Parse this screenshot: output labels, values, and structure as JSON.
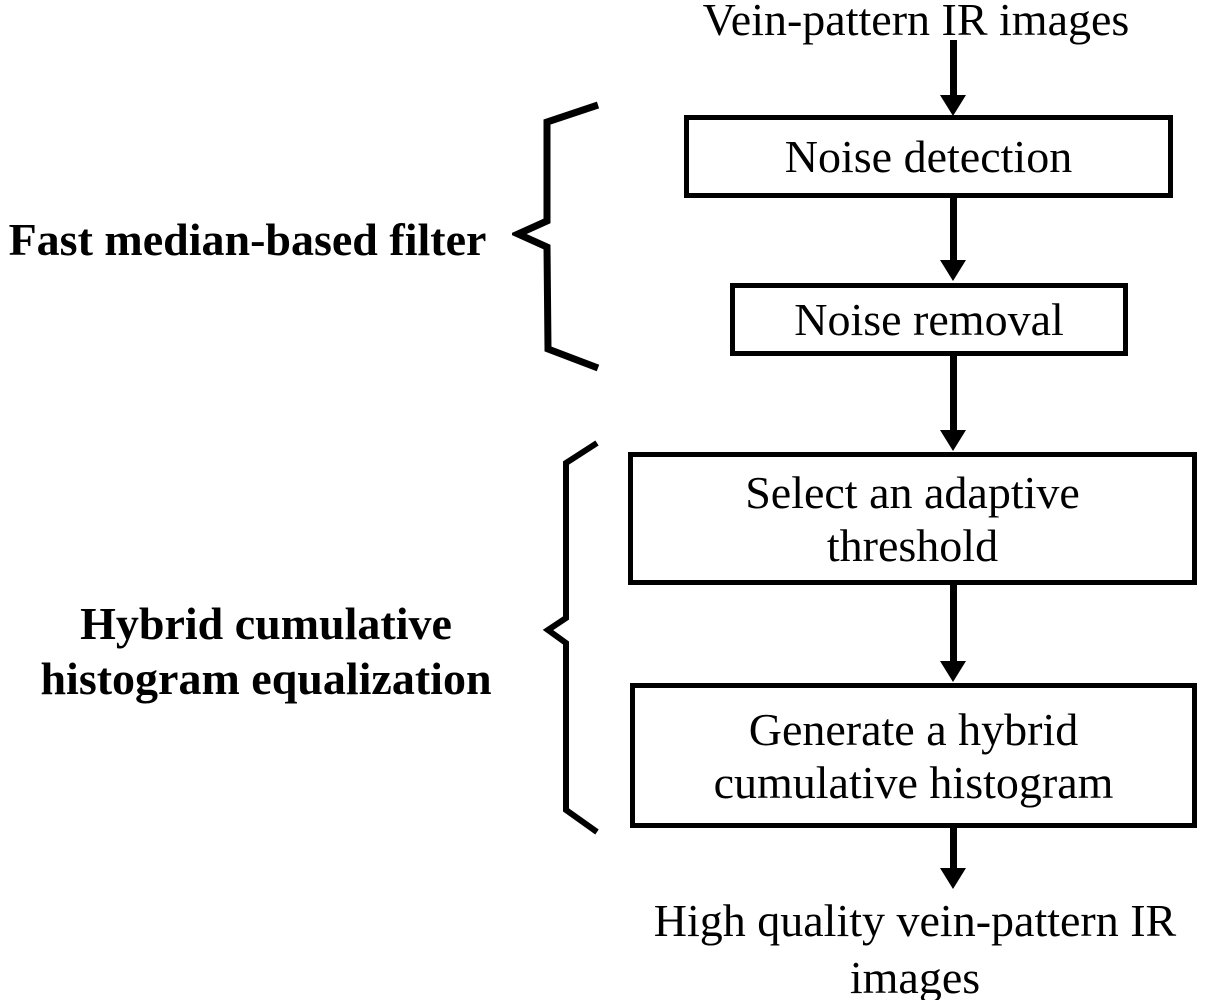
{
  "figure": {
    "type": "flowchart",
    "direction": "top-to-bottom",
    "input_label": "Vein-pattern IR images",
    "output_label": "High quality vein-pattern IR images",
    "steps": {
      "step1": "Noise detection",
      "step2": "Noise removal",
      "step3": "Select an adaptive threshold",
      "step4": "Generate a hybrid cumulative histogram"
    },
    "groups": {
      "group1": {
        "label": "Fast median-based filter",
        "covers": [
          "Noise detection",
          "Noise removal"
        ]
      },
      "group2": {
        "label": "Hybrid cumulative histogram equalization",
        "covers": [
          "Select an adaptive threshold",
          "Generate a hybrid cumulative histogram"
        ]
      }
    },
    "colors": {
      "ink": "#000000",
      "background": "#ffffff"
    }
  }
}
